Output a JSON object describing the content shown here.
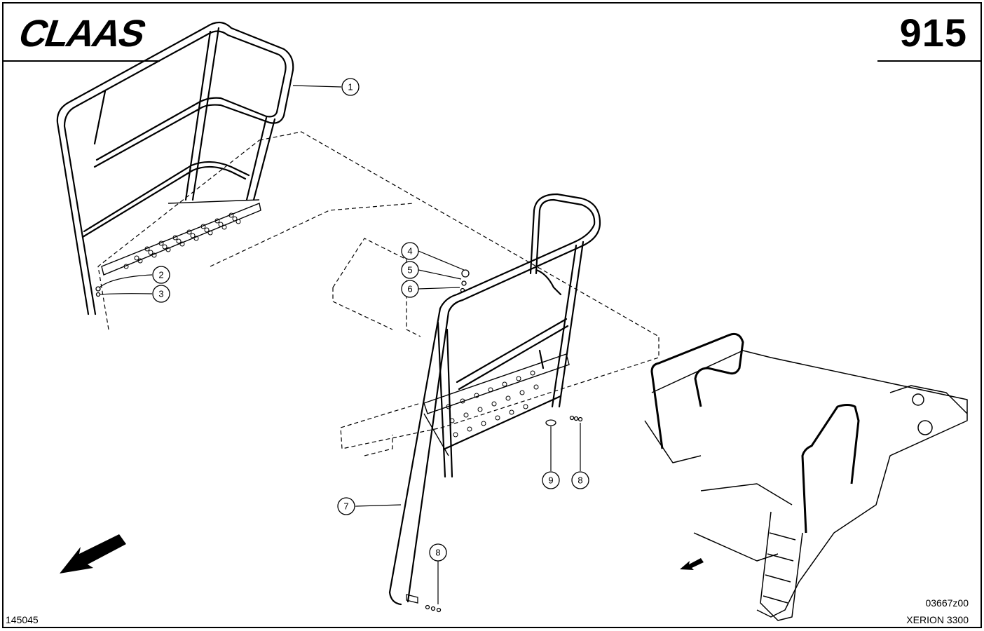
{
  "header": {
    "brand": "CLAAS",
    "page_number": "915"
  },
  "footer": {
    "sheet_code": "145045",
    "drawing_code": "03667z00",
    "model": "XERION 3300"
  },
  "callouts": [
    "1",
    "2",
    "3",
    "4",
    "5",
    "6",
    "7",
    "8",
    "9",
    "8"
  ]
}
